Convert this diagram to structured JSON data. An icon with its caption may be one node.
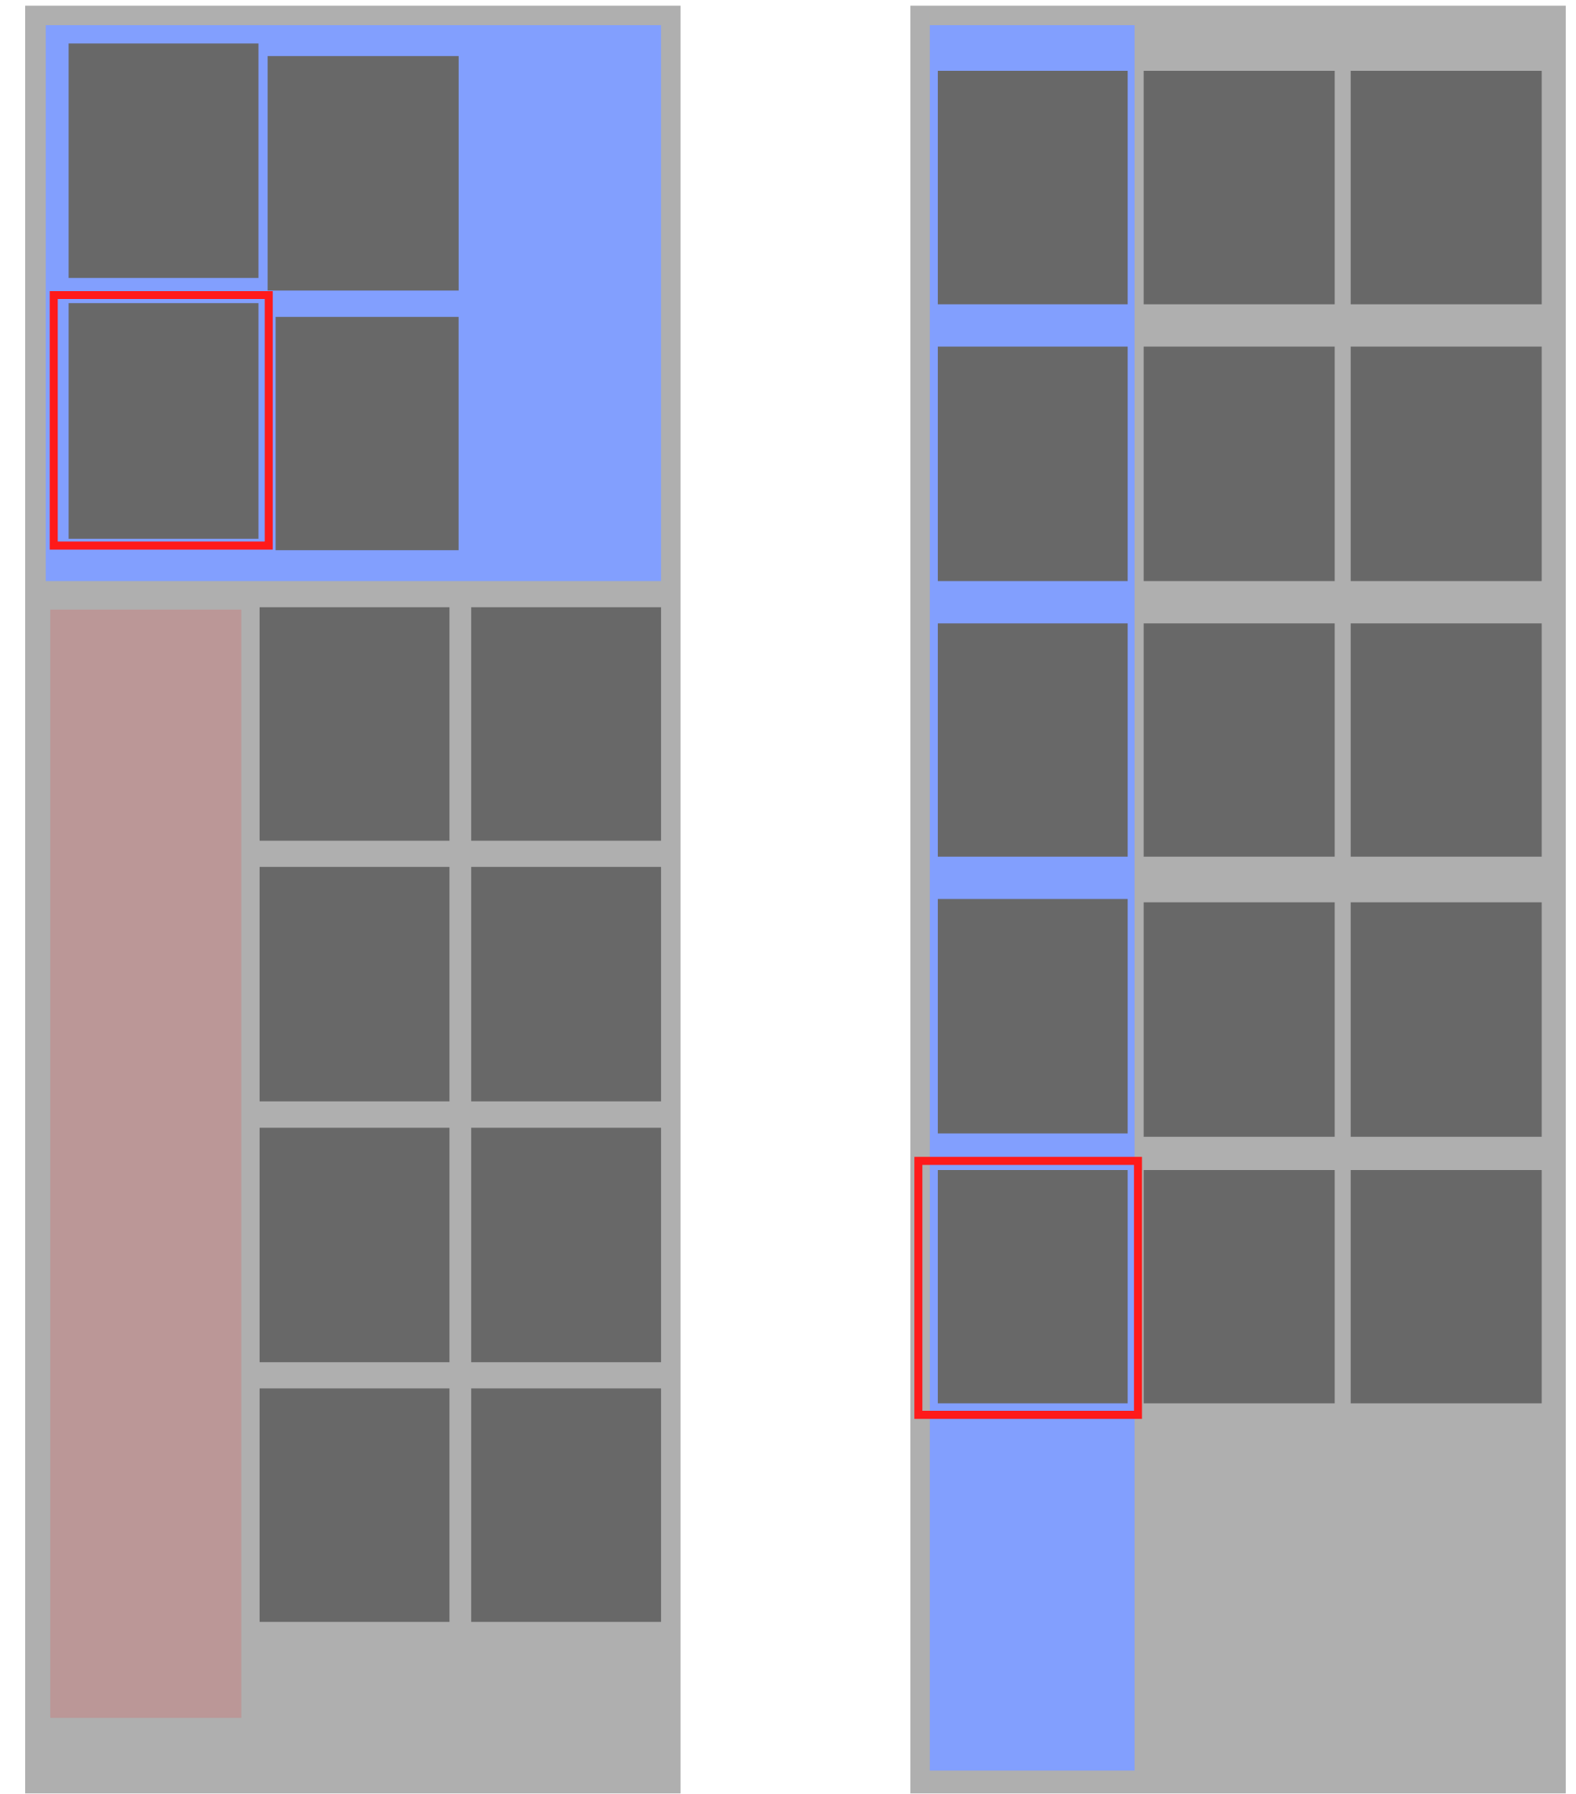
{
  "diagram": {
    "nodes": [
      {
        "text": [],
        "shape": "box"
      },
      {
        "text": [],
        "shape": "box",
        "in": 0
      },
      {
        "text": [],
        "shape": "box",
        "in": 1
      },
      {
        "text": [],
        "shape": "box",
        "in": 1
      },
      {
        "text": [],
        "shape": "box",
        "in": 1
      },
      {
        "text": [],
        "shape": "box",
        "in": 4
      },
      {
        "text": [],
        "shape": "box",
        "in": 1
      },
      {
        "text": [],
        "shape": "box",
        "in": 0
      },
      {
        "text": [],
        "shape": "box",
        "in": 0
      },
      {
        "text": [],
        "shape": "box",
        "in": 0
      },
      {
        "text": [],
        "shape": "box",
        "in": 0
      },
      {
        "text": [],
        "shape": "box",
        "in": 0
      },
      {
        "text": [],
        "shape": "box",
        "in": 0
      },
      {
        "text": [],
        "shape": "box",
        "in": 0
      },
      {
        "text": [],
        "shape": "box",
        "in": 0
      },
      {
        "text": [],
        "shape": "box",
        "in": 0
      },
      {
        "text": [],
        "shape": "box"
      },
      {
        "text": [],
        "shape": "box",
        "in": 16
      },
      {
        "text": [],
        "shape": "box",
        "in": 17
      },
      {
        "text": [],
        "shape": "box",
        "in": 17
      },
      {
        "text": [],
        "shape": "box",
        "in": 17
      },
      {
        "text": [],
        "shape": "box",
        "in": 17
      },
      {
        "text": [],
        "shape": "box",
        "in": 16
      },
      {
        "text": [],
        "shape": "box",
        "in": 22
      },
      {
        "text": [],
        "shape": "box",
        "in": 16
      },
      {
        "text": [],
        "shape": "box",
        "in": 16
      },
      {
        "text": [],
        "shape": "box",
        "in": 16
      },
      {
        "text": [],
        "shape": "box",
        "in": 16
      },
      {
        "text": [],
        "shape": "box",
        "in": 16
      },
      {
        "text": [],
        "shape": "box",
        "in": 16
      },
      {
        "text": [],
        "shape": "box",
        "in": 16
      },
      {
        "text": [],
        "shape": "box",
        "in": 16
      },
      {
        "text": [],
        "shape": "box",
        "in": 16
      },
      {
        "text": [],
        "shape": "box",
        "in": 16
      }
    ]
  }
}
